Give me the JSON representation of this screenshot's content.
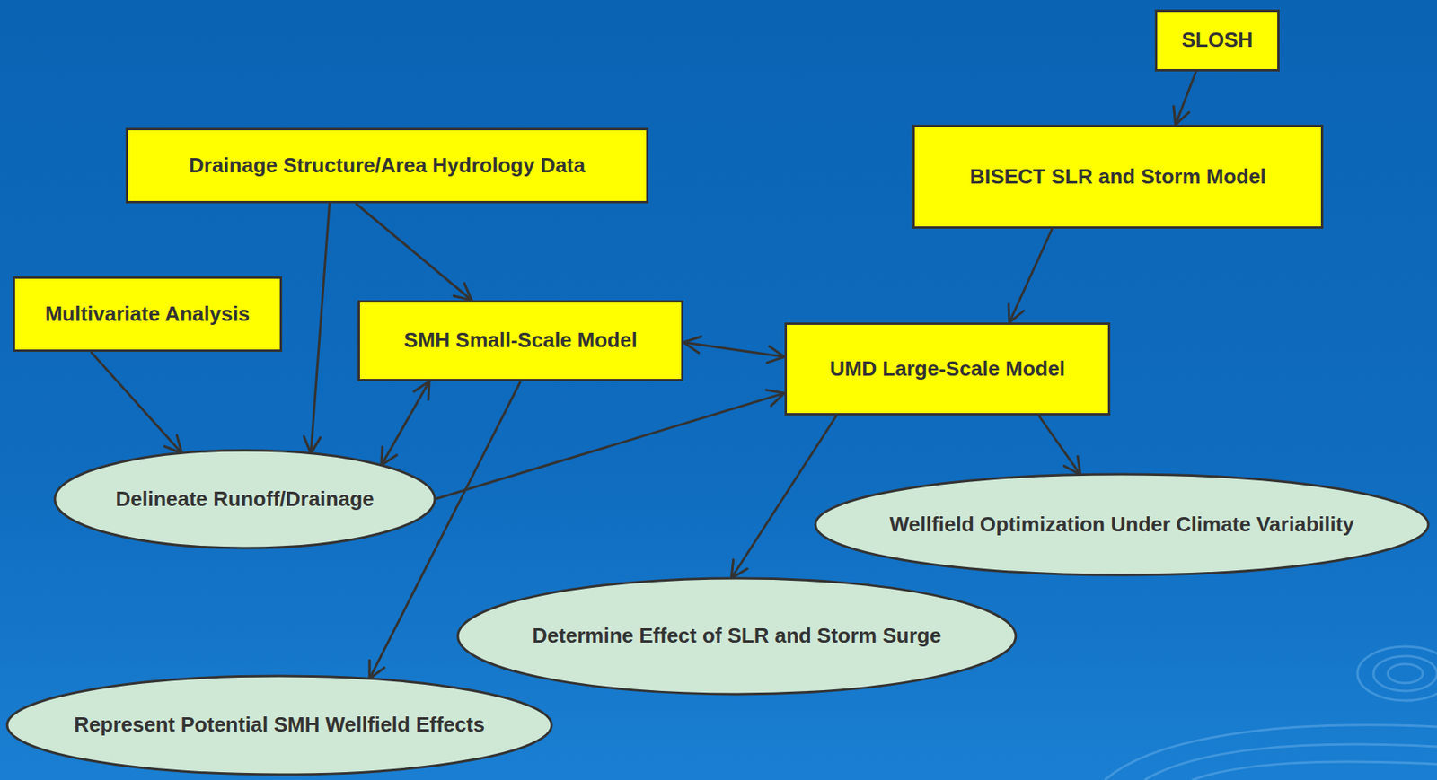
{
  "diagram": {
    "nodes": [
      {
        "text": [
          "SLOSH"
        ]
      },
      {
        "text": [
          "Drainage Structure/Area Hydrology Data"
        ]
      },
      {
        "text": [
          "BISECT SLR and Storm Model"
        ]
      },
      {
        "text": [
          "Multivariate Analysis"
        ]
      },
      {
        "text": [
          "SMH Small-Scale Model"
        ]
      },
      {
        "text": [
          "UMD Large-Scale Model"
        ]
      },
      {
        "text": [
          "Delineate Runoff/Drainage"
        ]
      },
      {
        "text": [
          "Wellfield Optimization Under Climate Variability"
        ]
      },
      {
        "text": [
          "Determine Effect of SLR and Storm Surge"
        ]
      },
      {
        "text": [
          "Represent Potential SMH Wellfield Effects"
        ]
      }
    ],
    "edges": [
      {
        "from": 0,
        "to": 2,
        "arrow": "to"
      },
      {
        "from": 2,
        "to": 5,
        "arrow": "to"
      },
      {
        "from": 1,
        "to": 4,
        "arrow": "to"
      },
      {
        "from": 1,
        "to": 6,
        "arrow": "to"
      },
      {
        "from": 3,
        "to": 6,
        "arrow": "to"
      },
      {
        "from": 4,
        "to": 5,
        "arrow": "both"
      },
      {
        "from": 4,
        "to": 6,
        "arrow": "both"
      },
      {
        "from": 6,
        "to": 5,
        "arrow": "to"
      },
      {
        "from": 4,
        "to": 9,
        "arrow": "to"
      },
      {
        "from": 5,
        "to": 8,
        "arrow": "to"
      },
      {
        "from": 5,
        "to": 7,
        "arrow": "to"
      }
    ]
  }
}
